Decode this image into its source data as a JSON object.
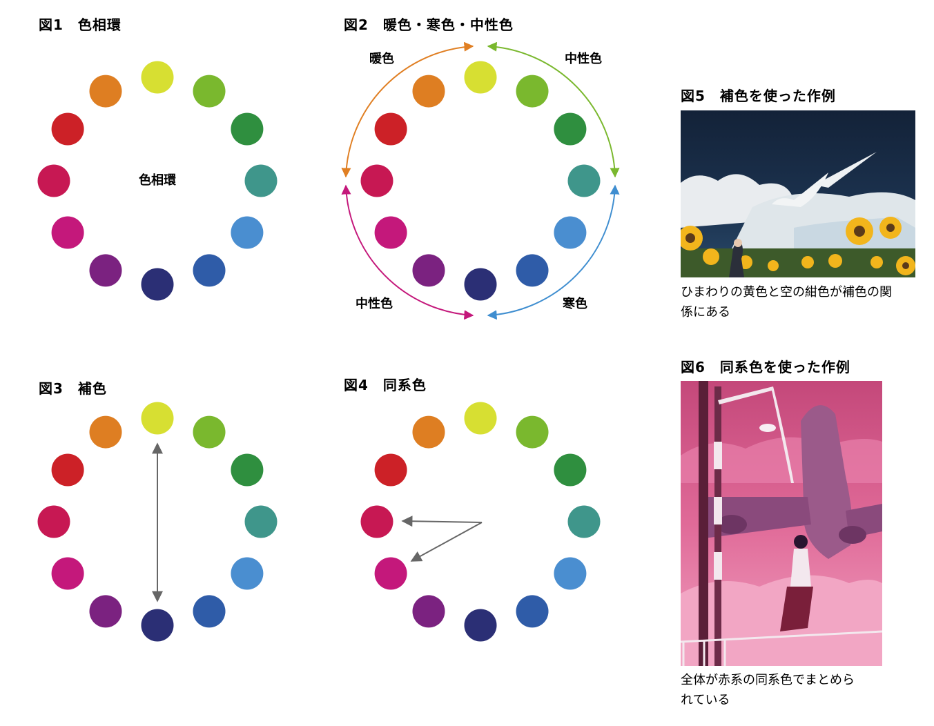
{
  "wheel_colors": [
    "#d7df32",
    "#7ab82e",
    "#2f8f3f",
    "#3f968b",
    "#4a8ed0",
    "#2f5ca8",
    "#2b2f75",
    "#7b2280",
    "#c4187b",
    "#c71853",
    "#cc2127",
    "#de7e22"
  ],
  "figures": {
    "fig1": {
      "title": "図1　色相環",
      "center_label": "色相環"
    },
    "fig2": {
      "title": "図2　暖色・寒色・中性色",
      "labels": {
        "warm": "暖色",
        "neutral_top": "中性色",
        "cool": "寒色",
        "neutral_bottom": "中性色"
      },
      "arc_colors": {
        "warm": "#e07f23",
        "neutral_top": "#7ab82e",
        "cool": "#3f8ed0",
        "neutral_bottom": "#c4187b"
      }
    },
    "fig3": {
      "title": "図3　補色"
    },
    "fig4": {
      "title": "図4　同系色"
    },
    "fig5": {
      "title": "図5　補色を使った作例",
      "caption_lines": [
        "ひまわりの黄色と空の紺色が補色の関",
        "係にある"
      ]
    },
    "fig6": {
      "title": "図6　同系色を使った作例",
      "caption_lines": [
        "全体が赤系の同系色でまとめら",
        "れている"
      ]
    }
  }
}
